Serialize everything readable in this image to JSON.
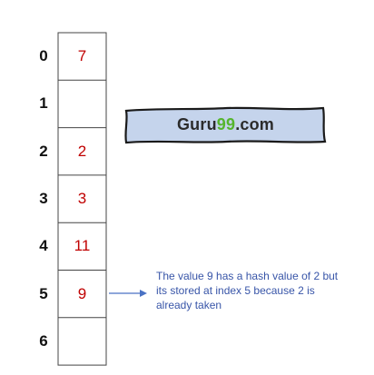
{
  "colors": {
    "index_text": "#111111",
    "value_text": "#c00000",
    "cell_border": "#444444",
    "logo_fill": "#c5d4ec",
    "logo_border": "#1a1a1a",
    "logo_text": "#2b2b2b",
    "logo_accent": "#55b52e",
    "note_text": "#3855a8",
    "arrow": "#4a72c4"
  },
  "hash_table": {
    "slots": [
      {
        "index": "0",
        "value": "7"
      },
      {
        "index": "1",
        "value": ""
      },
      {
        "index": "2",
        "value": "2"
      },
      {
        "index": "3",
        "value": "3"
      },
      {
        "index": "4",
        "value": "11"
      },
      {
        "index": "5",
        "value": "9"
      },
      {
        "index": "6",
        "value": ""
      }
    ]
  },
  "logo": {
    "prefix": "Guru",
    "accent": "99",
    "suffix": ".com"
  },
  "annotation": {
    "lines": [
      "The value 9 has a hash value of 2 but",
      "its stored at index 5 because 2 is",
      "already taken"
    ]
  }
}
